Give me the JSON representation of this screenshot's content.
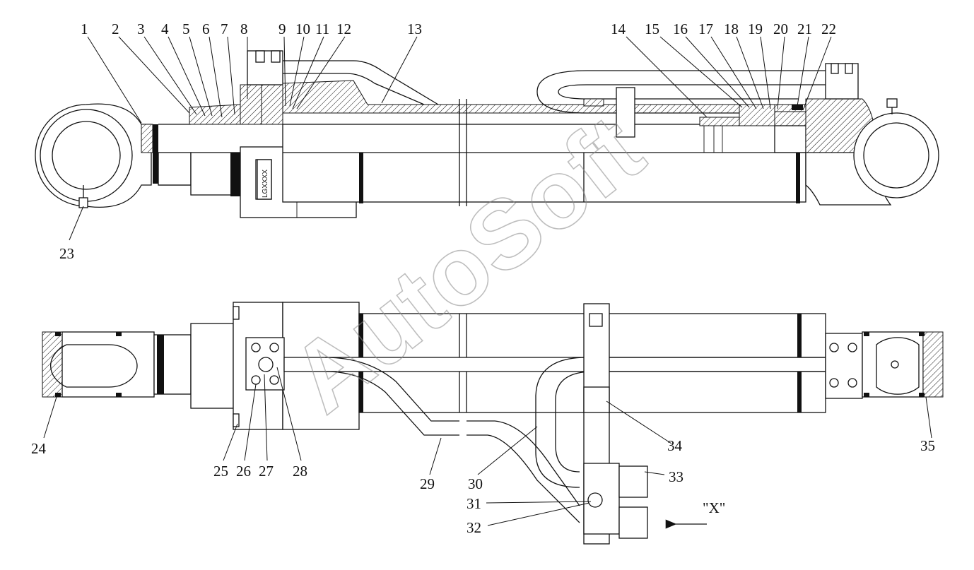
{
  "callouts_top": [
    "1",
    "2",
    "3",
    "4",
    "5",
    "6",
    "7",
    "8",
    "9",
    "10",
    "11",
    "12",
    "13",
    "14",
    "15",
    "16",
    "17",
    "18",
    "19",
    "20",
    "21",
    "22"
  ],
  "callouts_mid": [
    "23"
  ],
  "callouts_bottom": [
    "24",
    "25",
    "26",
    "27",
    "28",
    "29",
    "30",
    "31",
    "32",
    "33",
    "34",
    "35"
  ],
  "view_label": "\"X\"",
  "nameplate_text": "LGXXXX",
  "watermark": "AutoSoft"
}
